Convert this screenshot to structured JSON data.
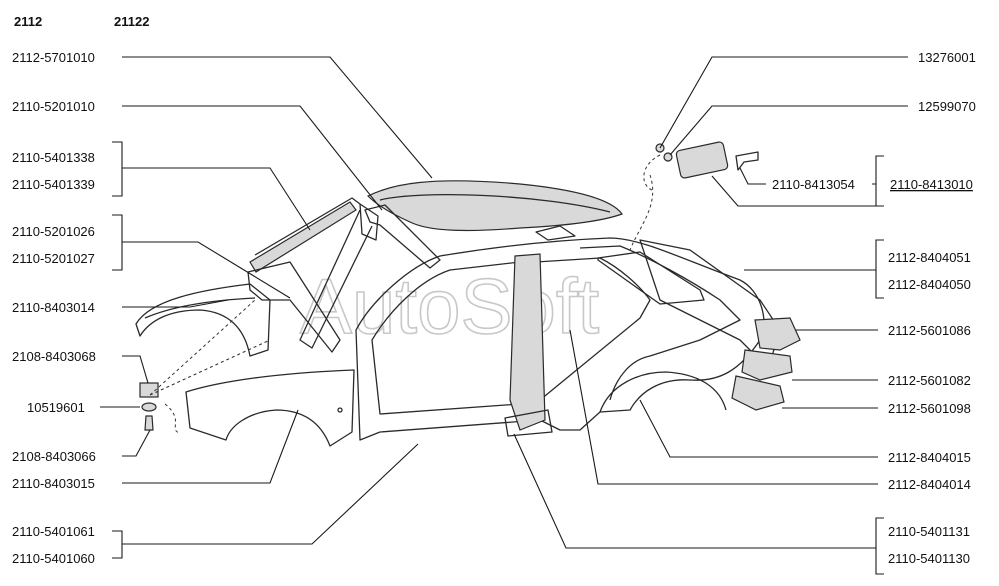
{
  "header": {
    "model_a": "2112",
    "model_b": "21122"
  },
  "watermark": "AutoSoft",
  "labels_left": [
    "2112-5701010",
    "2110-5201010",
    "2110-5401338",
    "2110-5401339",
    "2110-5201026",
    "2110-5201027",
    "2110-8403014",
    "2108-8403068",
    "10519601",
    "2108-8403066",
    "2110-8403015",
    "2110-5401061",
    "2110-5401060"
  ],
  "labels_right": [
    "13276001",
    "12599070",
    "2110-8413054",
    "2110-8413010",
    "2112-8404051",
    "2112-8404050",
    "2112-5601086",
    "2112-5601082",
    "2112-5601098",
    "2112-8404015",
    "2112-8404014",
    "2110-5401131",
    "2110-5401130"
  ]
}
